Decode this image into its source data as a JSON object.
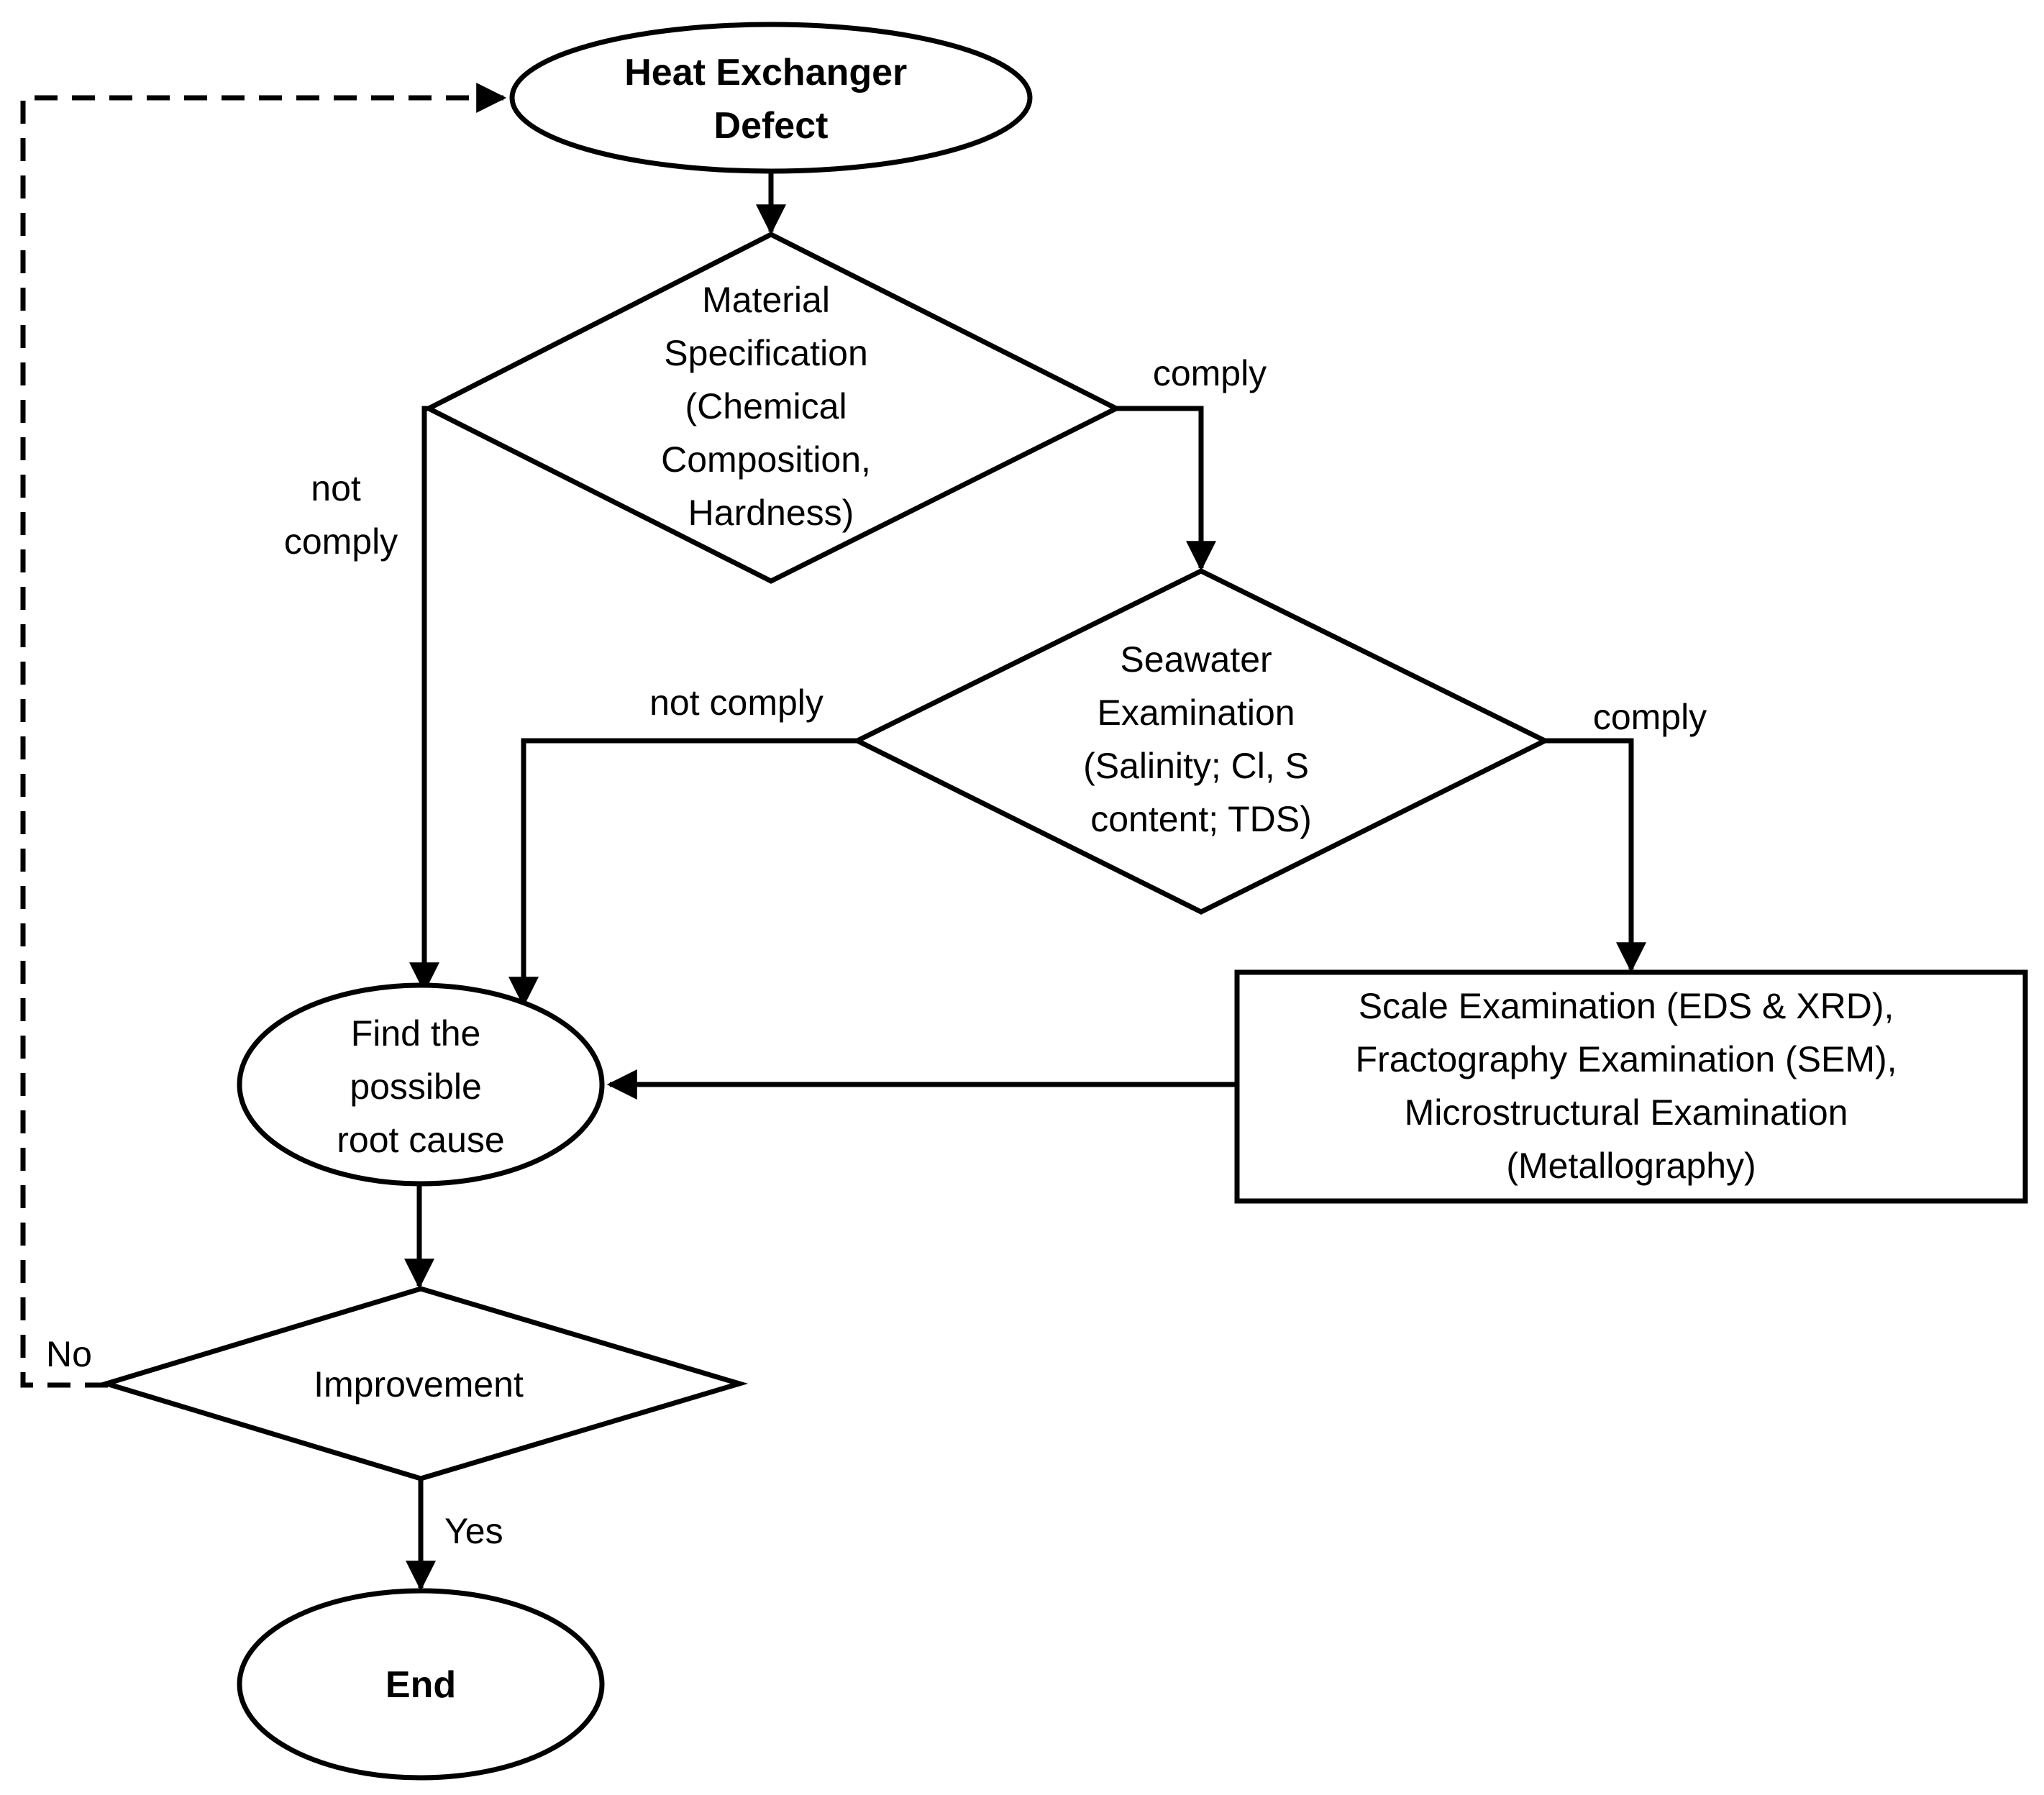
{
  "nodes": {
    "start": {
      "shape": "ellipse",
      "lines": [
        "Heat Exchanger",
        "Defect"
      ]
    },
    "material": {
      "shape": "diamond",
      "lines": [
        "Material",
        "Specification",
        "(Chemical",
        "Composition,",
        "Hardness)"
      ]
    },
    "seawater": {
      "shape": "diamond",
      "lines": [
        "Seawater",
        "Examination",
        "(Salinity; Cl, S",
        "content; TDS)"
      ]
    },
    "scale": {
      "shape": "rectangle",
      "lines": [
        "Scale Examination (EDS & XRD),",
        "Fractography Examination (SEM),",
        "Microstructural Examination",
        "(Metallography)"
      ]
    },
    "rootcause": {
      "shape": "ellipse",
      "lines": [
        "Find the",
        "possible",
        "root cause"
      ]
    },
    "improvement": {
      "shape": "diamond",
      "lines": [
        "Improvement"
      ]
    },
    "end": {
      "shape": "ellipse",
      "lines": [
        "End"
      ]
    }
  },
  "edges": {
    "material_comply": {
      "from": "material",
      "to": "seawater",
      "lines": [
        "comply"
      ]
    },
    "material_not_comply": {
      "from": "material",
      "to": "rootcause",
      "lines": [
        "not",
        "comply"
      ]
    },
    "seawater_not_comply": {
      "from": "seawater",
      "to": "rootcause",
      "lines": [
        "not comply"
      ]
    },
    "seawater_comply": {
      "from": "seawater",
      "to": "scale",
      "lines": [
        "comply"
      ]
    },
    "improvement_yes": {
      "from": "improvement",
      "to": "end",
      "lines": [
        "Yes"
      ]
    },
    "improvement_no": {
      "from": "improvement",
      "to": "start",
      "lines": [
        "No"
      ],
      "style": "dashed"
    }
  }
}
